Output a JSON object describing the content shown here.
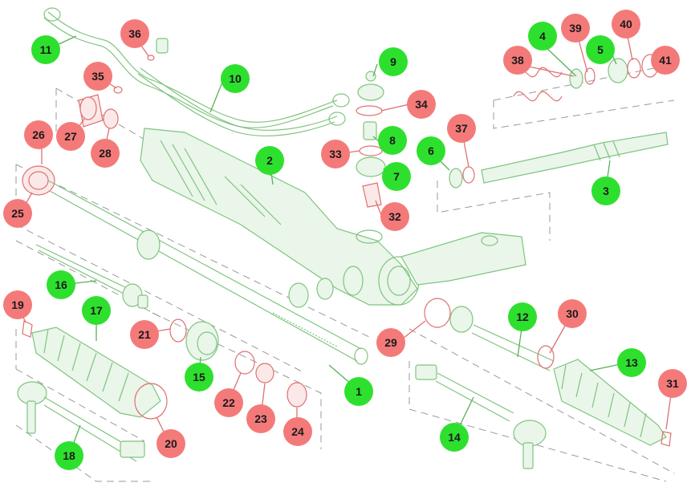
{
  "colors": {
    "green_callout": "#2ee02e",
    "red_callout": "#f47a7a",
    "green_line": "#7fc47f",
    "red_line": "#e07070",
    "dash": "#9a9a9a"
  },
  "callouts": [
    {
      "id": "1",
      "label": "1",
      "color": "green"
    },
    {
      "id": "2",
      "label": "2",
      "color": "green"
    },
    {
      "id": "3",
      "label": "3",
      "color": "green"
    },
    {
      "id": "4",
      "label": "4",
      "color": "green"
    },
    {
      "id": "5",
      "label": "5",
      "color": "green"
    },
    {
      "id": "6",
      "label": "6",
      "color": "green"
    },
    {
      "id": "7",
      "label": "7",
      "color": "green"
    },
    {
      "id": "8",
      "label": "8",
      "color": "green"
    },
    {
      "id": "9",
      "label": "9",
      "color": "green"
    },
    {
      "id": "10",
      "label": "10",
      "color": "green"
    },
    {
      "id": "11",
      "label": "11",
      "color": "green"
    },
    {
      "id": "12",
      "label": "12",
      "color": "green"
    },
    {
      "id": "13",
      "label": "13",
      "color": "green"
    },
    {
      "id": "14",
      "label": "14",
      "color": "green"
    },
    {
      "id": "15",
      "label": "15",
      "color": "green"
    },
    {
      "id": "16",
      "label": "16",
      "color": "green"
    },
    {
      "id": "17",
      "label": "17",
      "color": "green"
    },
    {
      "id": "18",
      "label": "18",
      "color": "green"
    },
    {
      "id": "19",
      "label": "19",
      "color": "red"
    },
    {
      "id": "20",
      "label": "20",
      "color": "red"
    },
    {
      "id": "21",
      "label": "21",
      "color": "red"
    },
    {
      "id": "22",
      "label": "22",
      "color": "red"
    },
    {
      "id": "23",
      "label": "23",
      "color": "red"
    },
    {
      "id": "24",
      "label": "24",
      "color": "red"
    },
    {
      "id": "25",
      "label": "25",
      "color": "red"
    },
    {
      "id": "26",
      "label": "26",
      "color": "red"
    },
    {
      "id": "27",
      "label": "27",
      "color": "red"
    },
    {
      "id": "28",
      "label": "28",
      "color": "red"
    },
    {
      "id": "29",
      "label": "29",
      "color": "red"
    },
    {
      "id": "30",
      "label": "30",
      "color": "red"
    },
    {
      "id": "31",
      "label": "31",
      "color": "red"
    },
    {
      "id": "32",
      "label": "32",
      "color": "red"
    },
    {
      "id": "33",
      "label": "33",
      "color": "red"
    },
    {
      "id": "34",
      "label": "34",
      "color": "red"
    },
    {
      "id": "35",
      "label": "35",
      "color": "red"
    },
    {
      "id": "36",
      "label": "36",
      "color": "red"
    },
    {
      "id": "37",
      "label": "37",
      "color": "red"
    },
    {
      "id": "38",
      "label": "38",
      "color": "red"
    },
    {
      "id": "39",
      "label": "39",
      "color": "red"
    },
    {
      "id": "40",
      "label": "40",
      "color": "red"
    },
    {
      "id": "41",
      "label": "41",
      "color": "red"
    }
  ]
}
